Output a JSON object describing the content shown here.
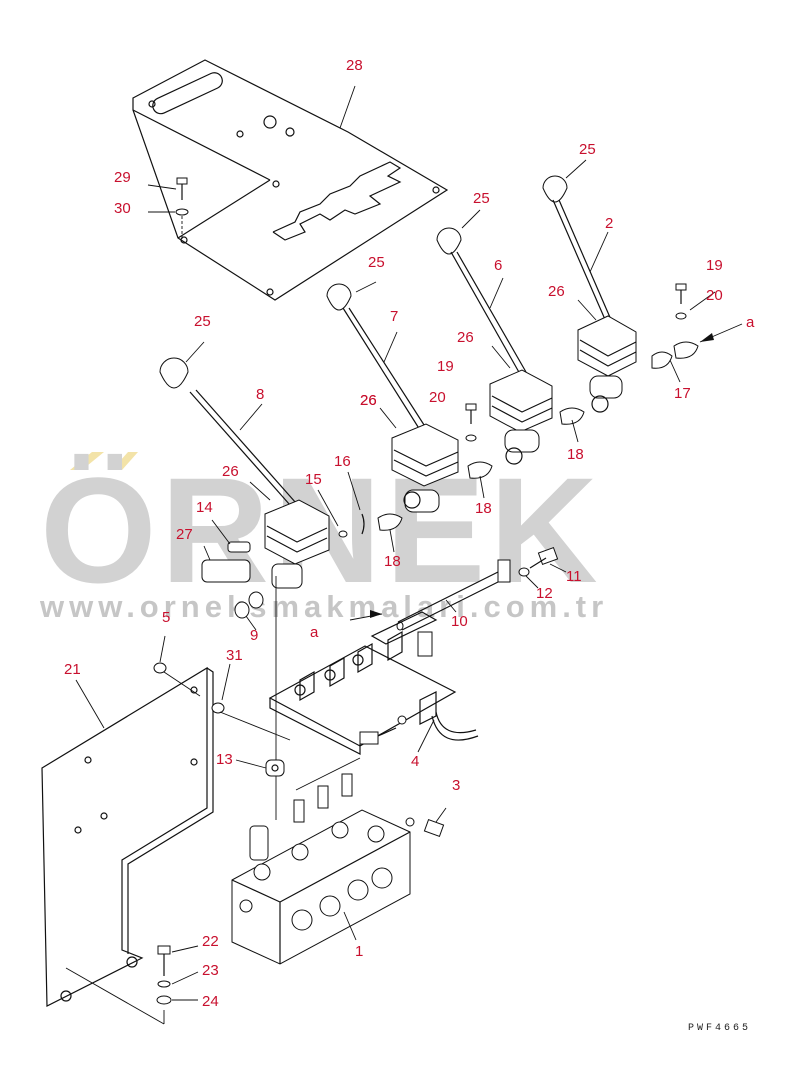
{
  "diagram": {
    "part_labels": [
      "28",
      "29",
      "30",
      "25",
      "2",
      "25",
      "6",
      "25",
      "7",
      "19",
      "20",
      "26",
      "26",
      "17",
      "25",
      "8",
      "19",
      "20",
      "26",
      "18",
      "26",
      "26",
      "15",
      "16",
      "14",
      "18",
      "27",
      "18",
      "11",
      "12",
      "10",
      "9",
      "5",
      "a",
      "21",
      "31",
      "4",
      "13",
      "3",
      "1",
      "22",
      "23",
      "24",
      "a"
    ],
    "drawing_code": "PWF4665",
    "watermark": {
      "main": "ÖRNEK",
      "url": "www.orneksmakmalari.com.tr",
      "color": "#d2d2d2",
      "accent": "#f3e3a8"
    },
    "label_color": "#c8102e"
  }
}
